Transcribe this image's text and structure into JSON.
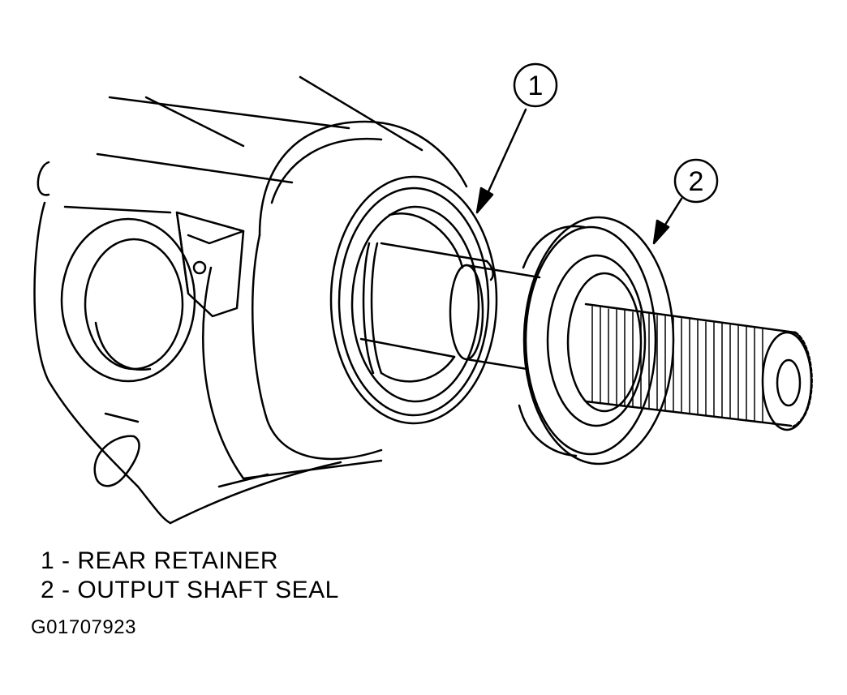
{
  "callouts": [
    {
      "number": "1"
    },
    {
      "number": "2"
    }
  ],
  "legend": [
    {
      "number": "1",
      "label": "REAR RETAINER"
    },
    {
      "number": "2",
      "label": "OUTPUT SHAFT SEAL"
    }
  ],
  "figure_id": "G01707923",
  "colors": {
    "line": "#000000",
    "background": "#ffffff"
  }
}
